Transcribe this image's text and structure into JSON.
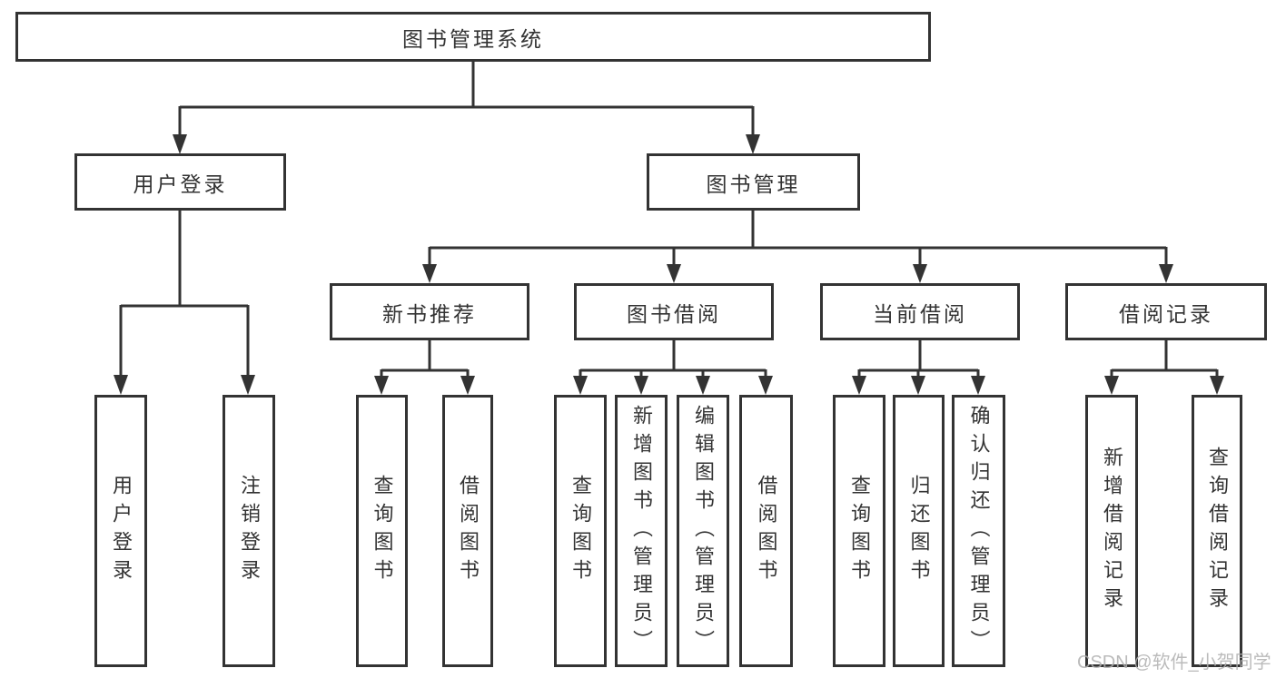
{
  "diagram": {
    "title": "图书管理系统",
    "level2": {
      "user_login": {
        "label": "用户登录"
      },
      "book_mgmt": {
        "label": "图书管理"
      }
    },
    "level3": {
      "new_books": {
        "label": "新书推荐"
      },
      "book_borrow": {
        "label": "图书借阅"
      },
      "current_borrow": {
        "label": "当前借阅"
      },
      "borrow_records": {
        "label": "借阅记录"
      }
    },
    "leaves": {
      "user_login": [
        "用户登录",
        "注销登录"
      ],
      "new_books": [
        "查询图书",
        "借阅图书"
      ],
      "book_borrow": [
        "查询图书",
        "新增图书（管理员）",
        "编辑图书（管理员）",
        "借阅图书"
      ],
      "current_borrow": [
        "查询图书",
        "归还图书",
        "确认归还（管理员）"
      ],
      "borrow_records": [
        "新增借阅记录",
        "查询借阅记录"
      ]
    }
  },
  "watermark": "CSDN @软件_小贺同学",
  "colors": {
    "line": "#333333",
    "text": "#333333",
    "box_fill": "#ffffff",
    "watermark": "#b0b0b0",
    "background": "#ffffff"
  }
}
